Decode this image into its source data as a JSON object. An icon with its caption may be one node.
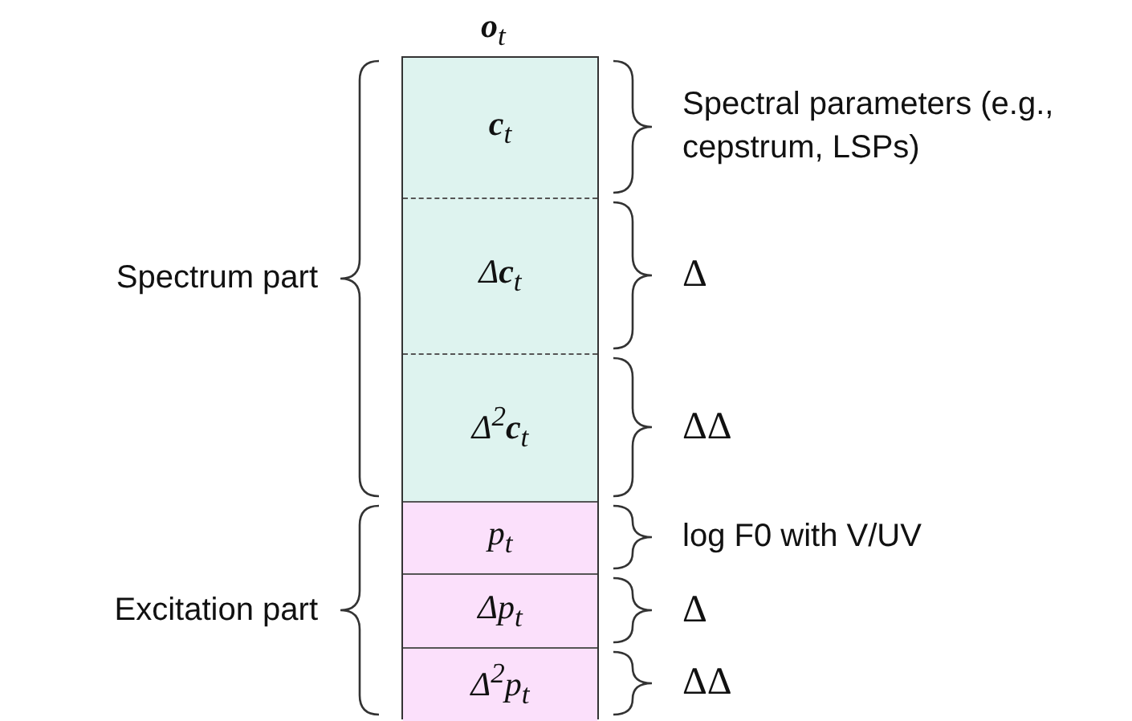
{
  "diagram": {
    "nodes": [
      {
        "text": [
          "**o**$_{t}$"
        ]
      },
      {
        "text": [
          "**c**$_{t}$"
        ],
        "in": 0,
        "beside": [
          "Spectral parameters (e.g., cepstrum, LSPs)"
        ]
      },
      {
        "text": [
          "Δ**c**$_{t}$"
        ],
        "in": 0,
        "beside": [
          "Δ"
        ]
      },
      {
        "text": [
          "Δ$^{2}$**c**$_{t}$"
        ],
        "in": 0,
        "beside": [
          "ΔΔ"
        ]
      },
      {
        "text": [
          "p$_{t}$"
        ],
        "in": 0,
        "beside": [
          "log F0 with V/UV"
        ]
      },
      {
        "text": [
          "Δp$_{t}$"
        ],
        "in": 0,
        "beside": [
          "Δ"
        ]
      },
      {
        "text": [
          "Δ$^{2}$p$_{t}$"
        ],
        "in": 0,
        "beside": [
          "ΔΔ"
        ]
      }
    ],
    "edges": [],
    "labels": [
      "Spectrum part",
      "Excitation part"
    ]
  }
}
